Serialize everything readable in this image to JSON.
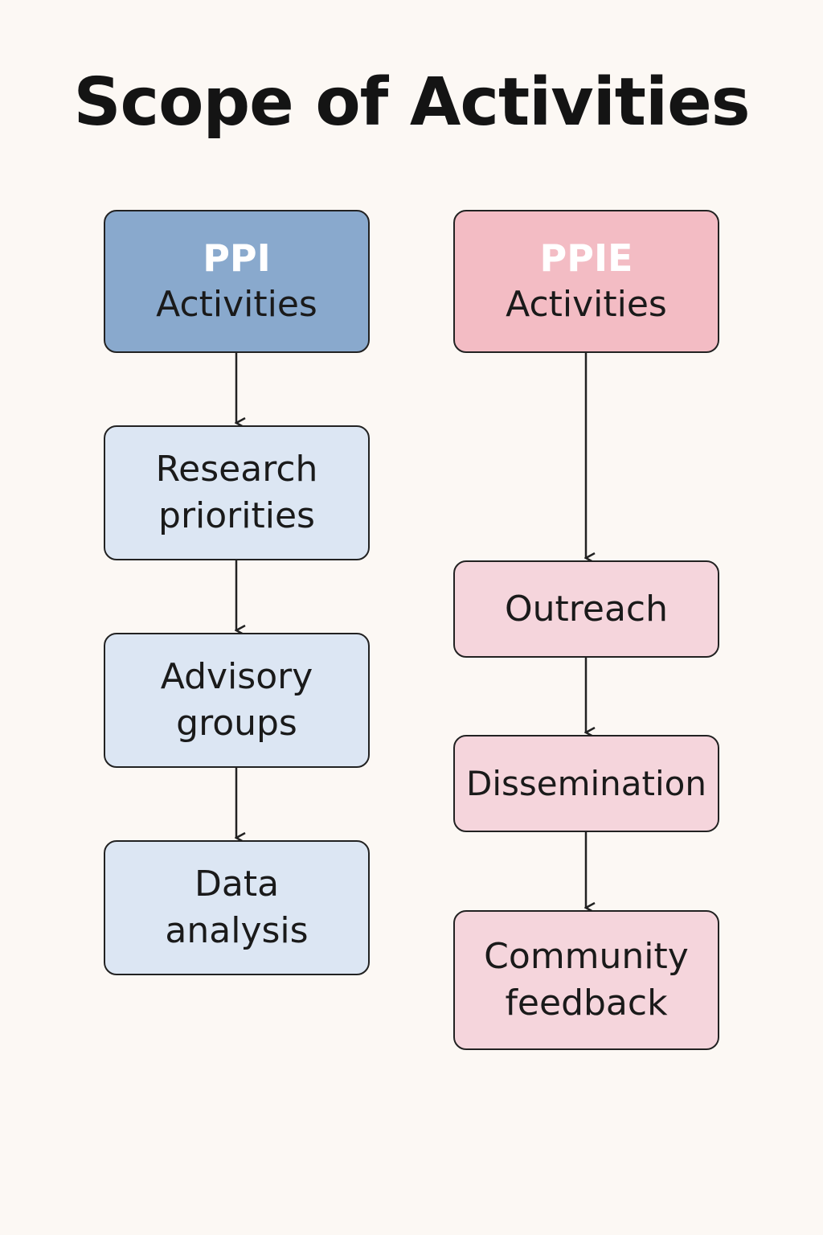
{
  "title": "Scope of Activities",
  "colors": {
    "background": "#fcf8f4",
    "ppi_header": "#89a9cd",
    "ppi_item": "#dce6f3",
    "ppie_header": "#f3bcc4",
    "ppie_item": "#f5d5dc",
    "line": "#222222"
  },
  "columns": {
    "ppi": {
      "header": {
        "line1": "PPI",
        "line2": "Activities"
      },
      "items": [
        {
          "line1": "Research",
          "line2": "priorities"
        },
        {
          "line1": "Advisory",
          "line2": "groups"
        },
        {
          "line1": "Data",
          "line2": "analysis"
        }
      ]
    },
    "ppie": {
      "header": {
        "line1": "PPIE",
        "line2": "Activities"
      },
      "items": [
        {
          "line1": "Outreach",
          "line2": ""
        },
        {
          "line1": "Dissemination",
          "line2": ""
        },
        {
          "line1": "Community",
          "line2": "feedback"
        }
      ]
    }
  }
}
